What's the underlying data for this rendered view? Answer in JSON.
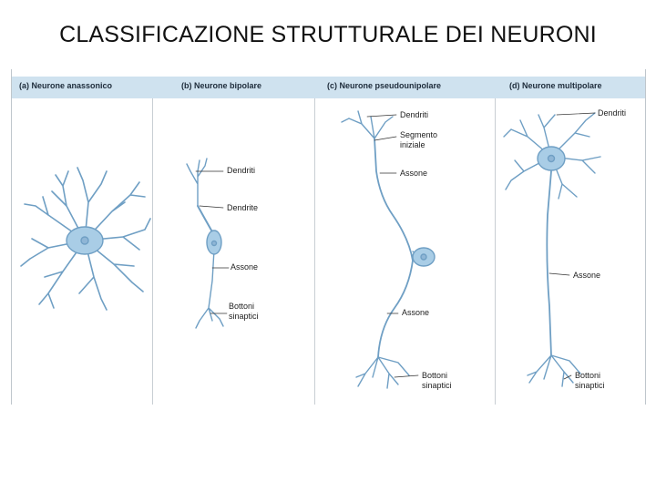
{
  "slide": {
    "title": "CLASSIFICAZIONE STRUTTURALE DEI NEURONI"
  },
  "figure": {
    "panels": [
      {
        "heading": "(a) Neurone anassonico"
      },
      {
        "heading": "(b) Neurone bipolare",
        "labels": {
          "dendriti": "Dendriti",
          "dendrite": "Dendrite",
          "assone": "Assone",
          "bottoni_1": "Bottoni",
          "bottoni_2": "sinaptici"
        }
      },
      {
        "heading": "(c) Neurone pseudounipolare",
        "labels": {
          "dendriti": "Dendriti",
          "segmento_1": "Segmento",
          "segmento_2": "iniziale",
          "assone_top": "Assone",
          "assone_bottom": "Assone",
          "bottoni_1": "Bottoni",
          "bottoni_2": "sinaptici"
        }
      },
      {
        "heading": "(d) Neurone multipolare",
        "labels": {
          "dendriti": "Dendriti",
          "assone": "Assone",
          "bottoni_1": "Bottoni",
          "bottoni_2": "sinaptici"
        }
      }
    ],
    "colors": {
      "header": "#cfe2ef",
      "neuron_fill": "#a9cde6",
      "neuron_stroke": "#6f9fc4"
    }
  }
}
